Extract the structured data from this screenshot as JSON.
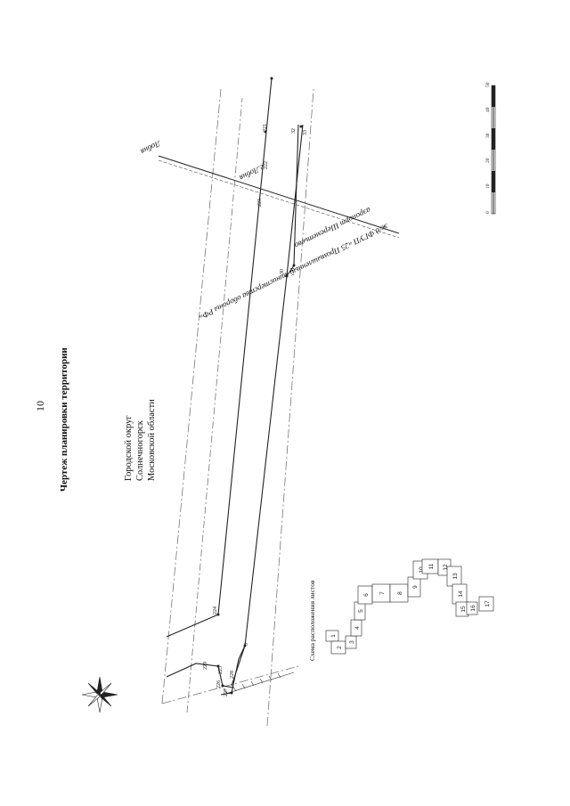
{
  "header": {
    "page_number": "10",
    "title": "Чертеж планировки территории"
  },
  "location": {
    "line1": "Городской округ",
    "line2": "Солнечногорск",
    "line3": "Московской области"
  },
  "road_labels": {
    "rail_line": "ж/д ФГУП «25 Промышленный министерства обороны РФ»",
    "airport": "аэропорт Шереметьево",
    "rail_label_short": "Лобня",
    "road": "г.Лобня"
  },
  "point_labels": [
    "221",
    "222",
    "223",
    "224",
    "225",
    "226",
    "227",
    "228",
    "229",
    "30",
    "31",
    "32",
    "33",
    "3"
  ],
  "scale_bar": {
    "ticks": [
      "0",
      "10",
      "20",
      "30",
      "40",
      "50"
    ]
  },
  "sheet_scheme": {
    "title": "Схема расположения листов",
    "sheets": [
      "1",
      "2",
      "3",
      "4",
      "5",
      "6",
      "7",
      "8",
      "9",
      "10",
      "11",
      "12",
      "13",
      "14",
      "15",
      "16",
      "17"
    ]
  },
  "colors": {
    "line": "#222222",
    "dash": "#555555",
    "paper": "#ffffff"
  },
  "icons": {
    "compass": "compass-rose-icon"
  }
}
